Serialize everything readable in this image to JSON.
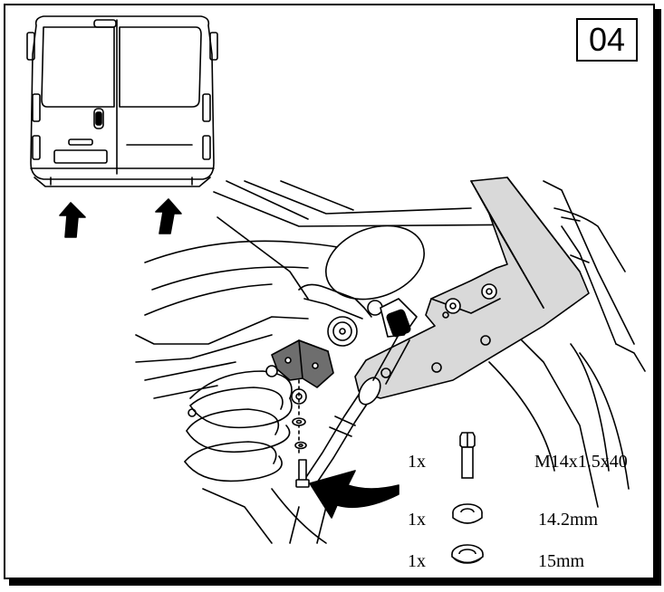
{
  "step_number": "04",
  "parts": [
    {
      "qty": "1x",
      "icon": "bolt-icon",
      "spec": "M14x1.5x40"
    },
    {
      "qty": "1x",
      "icon": "spring-washer-icon",
      "spec": "14.2mm"
    },
    {
      "qty": "1x",
      "icon": "flat-washer-icon",
      "spec": "15mm"
    }
  ],
  "colors": {
    "line": "#000000",
    "bracket_fill": "#d9d9d9",
    "dark_part": "#6e6e6e",
    "arrow": "#000000"
  }
}
